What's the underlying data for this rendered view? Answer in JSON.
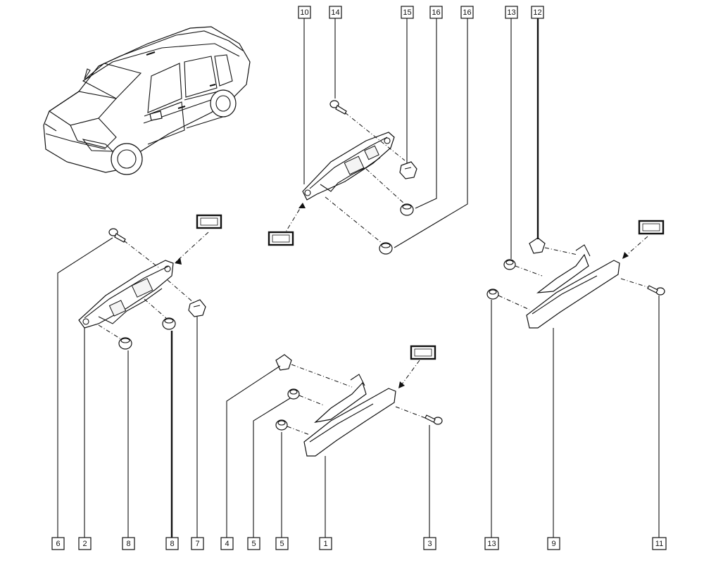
{
  "callouts": {
    "c10": "10",
    "c14": "14",
    "c15": "15",
    "c16a": "16",
    "c16b": "16",
    "c13_top": "13",
    "c12": "12",
    "c6": "6",
    "c2": "2",
    "c8a": "8",
    "c8b": "8",
    "c7": "7",
    "c4": "4",
    "c5a": "5",
    "c5b": "5",
    "c1": "1",
    "c3": "3",
    "c13_bottom": "13",
    "c9": "9",
    "c11": "11"
  }
}
